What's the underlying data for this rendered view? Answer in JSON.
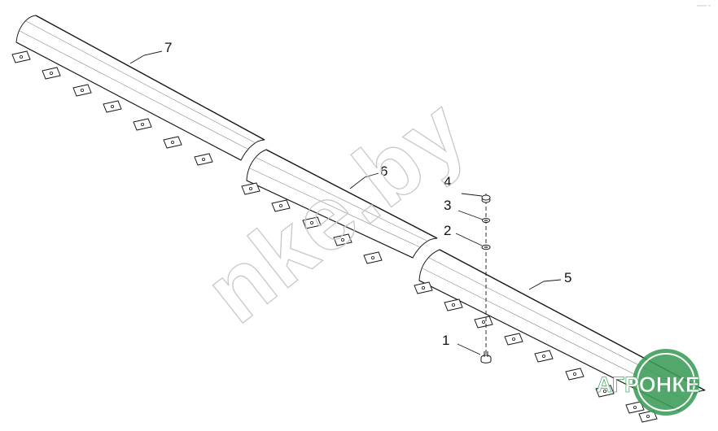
{
  "callouts": {
    "c1": "1",
    "c2": "2",
    "c3": "3",
    "c4": "4",
    "c5": "5",
    "c6": "6",
    "c7": "7"
  },
  "watermark": {
    "text": "nke.by",
    "logo_text": "АГРОНКЕ"
  },
  "colors": {
    "line": "#1a1a1a",
    "shade": "#d9d9d9",
    "watermark_outline": "#c8c8c8",
    "logo_green": "#3b9c57"
  }
}
